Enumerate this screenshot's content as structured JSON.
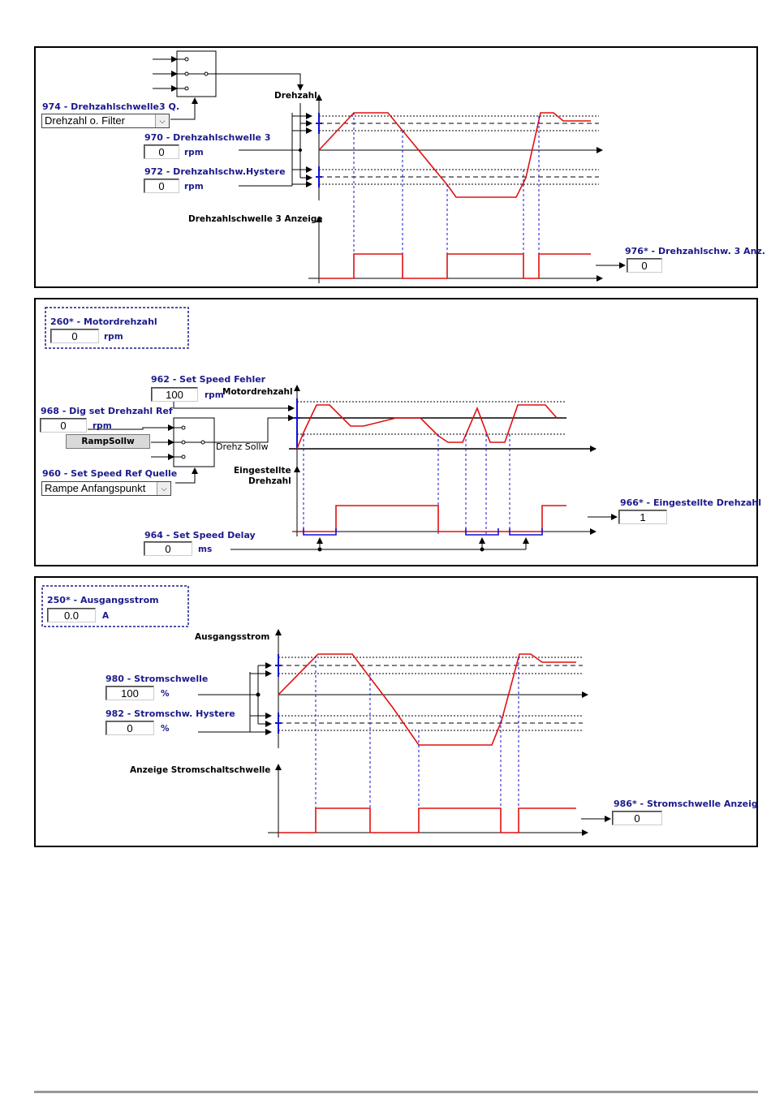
{
  "panel1": {
    "param974_label": "974 - Drehzahlschwelle3 Q.",
    "param974_value": "Drehzahl o. Filter",
    "param970_label": "970 - Drehzahlschwelle 3",
    "param970_value": "0",
    "param970_unit": "rpm",
    "param972_label": "972 - Drehzahlschw.Hystere",
    "param972_value": "0",
    "param972_unit": "rpm",
    "axis_speed": "Drehzahl",
    "axis_display": "Drehzahlschwelle 3 Anzeige",
    "param976_label": "976* - Drehzahlschw. 3 Anz.",
    "param976_value": "0"
  },
  "panel2": {
    "param260_label": "260* - Motordrehzahl",
    "param260_value": "0",
    "param260_unit": "rpm",
    "param962_label": "962 - Set Speed Fehler",
    "param962_value": "100",
    "param962_unit": "rpm",
    "param968_label": "968 - Dig set Drehzahl Ref",
    "param968_value": "0",
    "param968_unit": "rpm",
    "ramp_button": "RampSollw",
    "param960_label": "960 - Set Speed Ref Quelle",
    "param960_value": "Rampe Anfangspunkt",
    "axis_motor": "Motordrehzahl",
    "switch_output": "Drehz Sollw",
    "axis_set_line1": "Eingestellte",
    "axis_set_line2": "Drehzahl",
    "param964_label": "964 - Set Speed Delay",
    "param964_value": "0",
    "param964_unit": "ms",
    "param966_label": "966* - Eingestellte Drehzahl",
    "param966_value": "1"
  },
  "panel3": {
    "param250_label": "250* - Ausgangsstrom",
    "param250_value": "0.0",
    "param250_unit": "A",
    "axis_current": "Ausgangsstrom",
    "param980_label": "980 - Stromschwelle",
    "param980_value": "100",
    "param980_unit": "%",
    "param982_label": "982 - Stromschw. Hystere",
    "param982_value": "0",
    "param982_unit": "%",
    "axis_display": "Anzeige Stromschaltschwelle",
    "param986_label": "986* - Stromschwelle Anzeig",
    "param986_value": "0"
  },
  "colors": {
    "signal": "#e01010",
    "marker": "#1010d0",
    "label": "#1a1a8c"
  }
}
